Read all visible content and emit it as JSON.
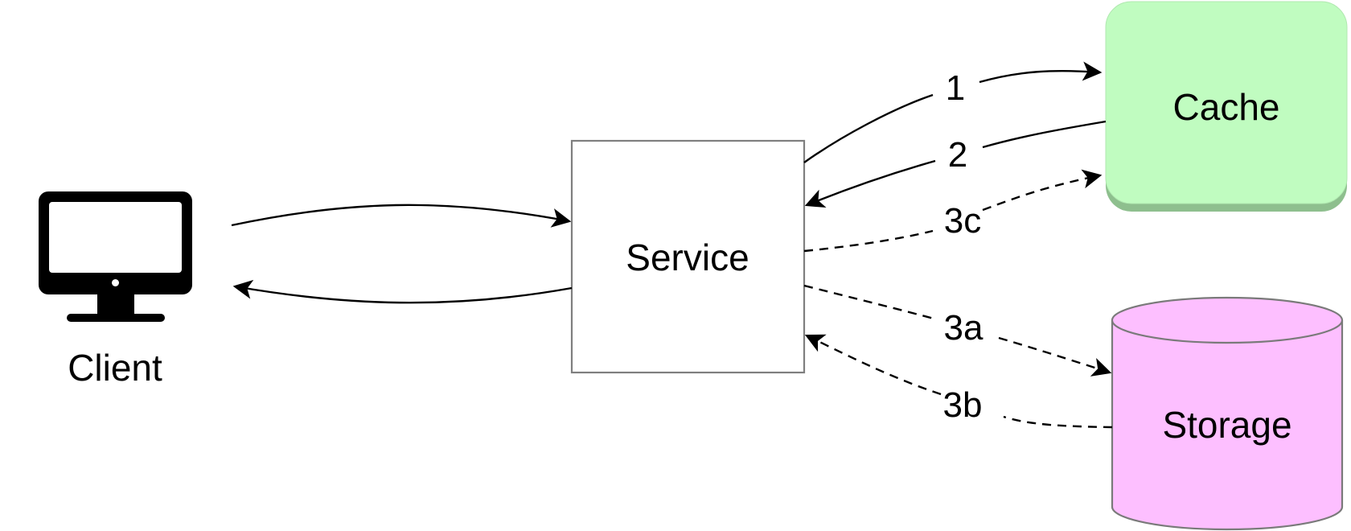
{
  "nodes": {
    "client": {
      "label": "Client",
      "icon": "desktop-monitor-icon"
    },
    "service": {
      "label": "Service"
    },
    "cache": {
      "label": "Cache",
      "fill": "#c0fcc0",
      "shadow": "#8ebf8e"
    },
    "storage": {
      "label": "Storage",
      "fill": "#fdbfff",
      "stroke": "#7a7a7a"
    }
  },
  "edges": {
    "e1": {
      "label": "1",
      "from": "Service",
      "to": "Cache",
      "style": "solid"
    },
    "e2": {
      "label": "2",
      "from": "Cache",
      "to": "Service",
      "style": "solid"
    },
    "e3c": {
      "label": "3c",
      "from": "Service",
      "to": "Cache",
      "style": "dashed"
    },
    "e3a": {
      "label": "3a",
      "from": "Service",
      "to": "Storage",
      "style": "dashed"
    },
    "e3b": {
      "label": "3b",
      "from": "Storage",
      "to": "Service",
      "style": "dashed"
    },
    "request": {
      "from": "Client",
      "to": "Service",
      "style": "solid"
    },
    "response": {
      "from": "Service",
      "to": "Client",
      "style": "solid"
    }
  }
}
